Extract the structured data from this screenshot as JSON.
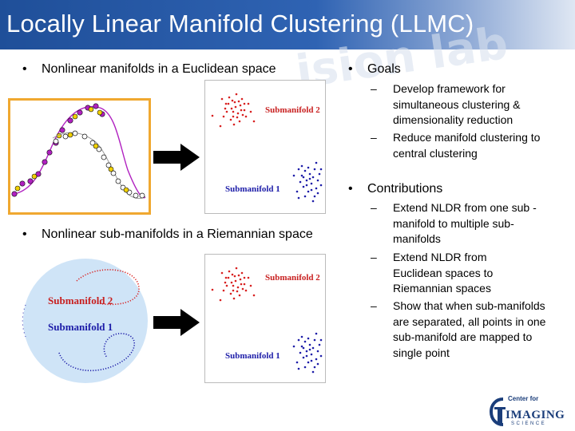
{
  "title": "Locally Linear Manifold Clustering (LLMC)",
  "left": {
    "bullet1": "Nonlinear manifolds in a Euclidean space",
    "bullet2": "Nonlinear sub-manifolds in a Riemannian space"
  },
  "figures": {
    "sub1": "Submanifold 1",
    "sub2": "Submanifold 2"
  },
  "right": {
    "goals": {
      "label": "Goals",
      "items": [
        "Develop framework for simultaneous clustering & dimensionality reduction",
        "Reduce manifold clustering to central clustering"
      ]
    },
    "contributions": {
      "label": "Contributions",
      "items": [
        "Extend NLDR from one sub -manifold to multiple sub-manifolds",
        "Extend NLDR from Euclidean spaces to Riemannian spaces",
        "Show that when sub-manifolds are separated, all points in one sub-manifold are mapped to single point"
      ]
    }
  },
  "logo": {
    "center_for": "Center for",
    "imaging": "IMAGING",
    "science": "SCIENCE"
  },
  "colors": {
    "title_bar": "#1f4f99",
    "frame_orange": "#f0a830",
    "purple_points": "#b020c0",
    "yellow_points": "#f0d000",
    "blue_points": "#1c1ca8",
    "red_points": "#d82020",
    "sphere": "#cfe4f7"
  }
}
